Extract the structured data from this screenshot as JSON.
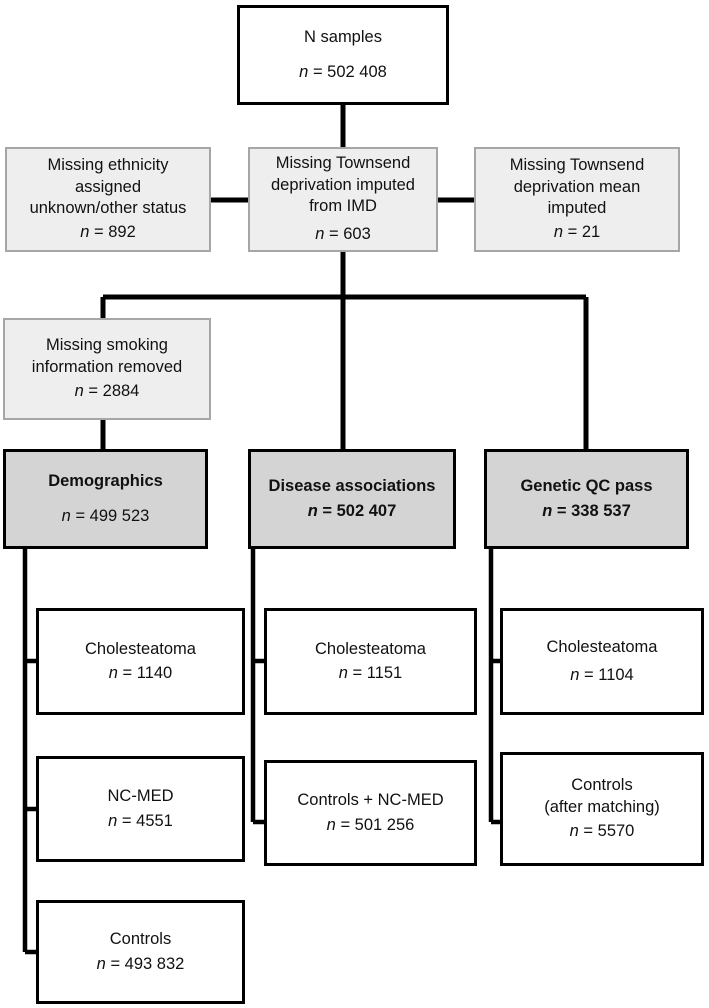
{
  "figure": {
    "type": "flowchart",
    "orientation": "top-down",
    "colors": {
      "white_fill": "#ffffff",
      "light_grey_fill": "#eeeeee",
      "light_grey_border": "#a6a6a6",
      "grey_fill": "#d4d4d4",
      "black_border": "#000000",
      "text": "#111111"
    }
  },
  "nodes": {
    "n_samples": {
      "title": "N samples",
      "count_label": "n",
      "count_value": "502 408",
      "count": "n = 502 408"
    },
    "missing_ethnicity": {
      "title": "Missing ethnicity\nassigned\nunknown/other status",
      "count_label": "n",
      "count_value": "892",
      "count": "n = 892"
    },
    "missing_townsend_imd": {
      "title": "Missing Townsend\ndeprivation imputed\nfrom IMD",
      "count_label": "n",
      "count_value": "603",
      "count": "n = 603"
    },
    "missing_townsend_mean": {
      "title": "Missing Townsend\ndeprivation mean\nimputed",
      "count_label": "n",
      "count_value": "21",
      "count": "n = 21"
    },
    "missing_smoking": {
      "title": "Missing smoking\ninformation removed",
      "count_label": "n",
      "count_value": "2884",
      "count": "n = 2884"
    },
    "demographics": {
      "title": "Demographics",
      "count_label": "n",
      "count_value": "499 523",
      "count": "n = 499 523"
    },
    "disease_associations": {
      "title": "Disease associations",
      "count_label": "n",
      "count_value": "502 407",
      "count": "n = 502 407"
    },
    "genetic_qc_pass": {
      "title": "Genetic QC pass",
      "count_label": "n",
      "count_value": "338 537",
      "count": "n = 338 537"
    },
    "demo_cholesteatoma": {
      "title": "Cholesteatoma",
      "count_label": "n",
      "count_value": "1140",
      "count": "n = 1140"
    },
    "demo_ncmed": {
      "title": "NC-MED",
      "count_label": "n",
      "count_value": "4551",
      "count": "n = 4551"
    },
    "demo_controls": {
      "title": "Controls",
      "count_label": "n",
      "count_value": "493 832",
      "count": "n = 493 832"
    },
    "disease_cholesteatoma": {
      "title": "Cholesteatoma",
      "count_label": "n",
      "count_value": "1151",
      "count": "n = 1151"
    },
    "disease_controls_ncmed": {
      "title": "Controls + NC-MED",
      "count_label": "n",
      "count_value": "501 256",
      "count": "n = 501 256"
    },
    "genetic_cholesteatoma": {
      "title": "Cholesteatoma",
      "count_label": "n",
      "count_value": "1104",
      "count": "n = 1104"
    },
    "genetic_controls_matched": {
      "title": "Controls\n(after matching)",
      "count_label": "n",
      "count_value": "5570",
      "count": "n = 5570"
    }
  }
}
